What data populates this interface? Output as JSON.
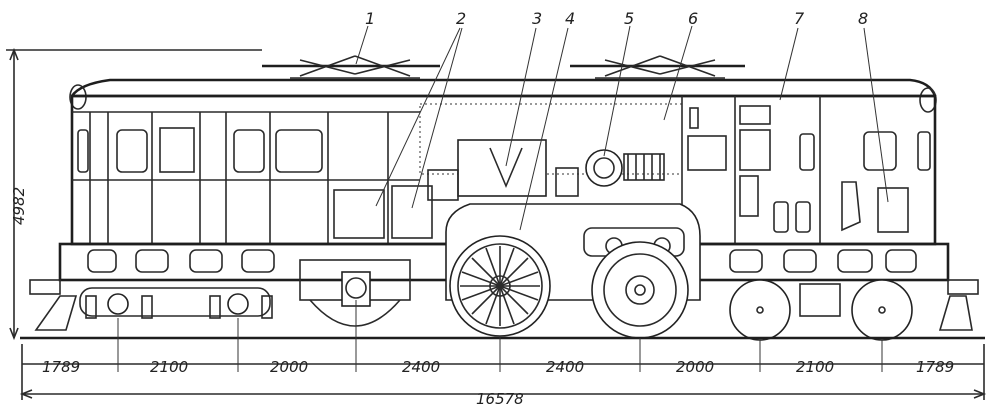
{
  "callouts": [
    "1",
    "2",
    "3",
    "4",
    "5",
    "6",
    "7",
    "8"
  ],
  "dimensions": {
    "height": "4982",
    "total_length": "16578",
    "segments": [
      "1789",
      "2100",
      "2000",
      "2400",
      "2400",
      "2000",
      "2100",
      "1789"
    ]
  }
}
